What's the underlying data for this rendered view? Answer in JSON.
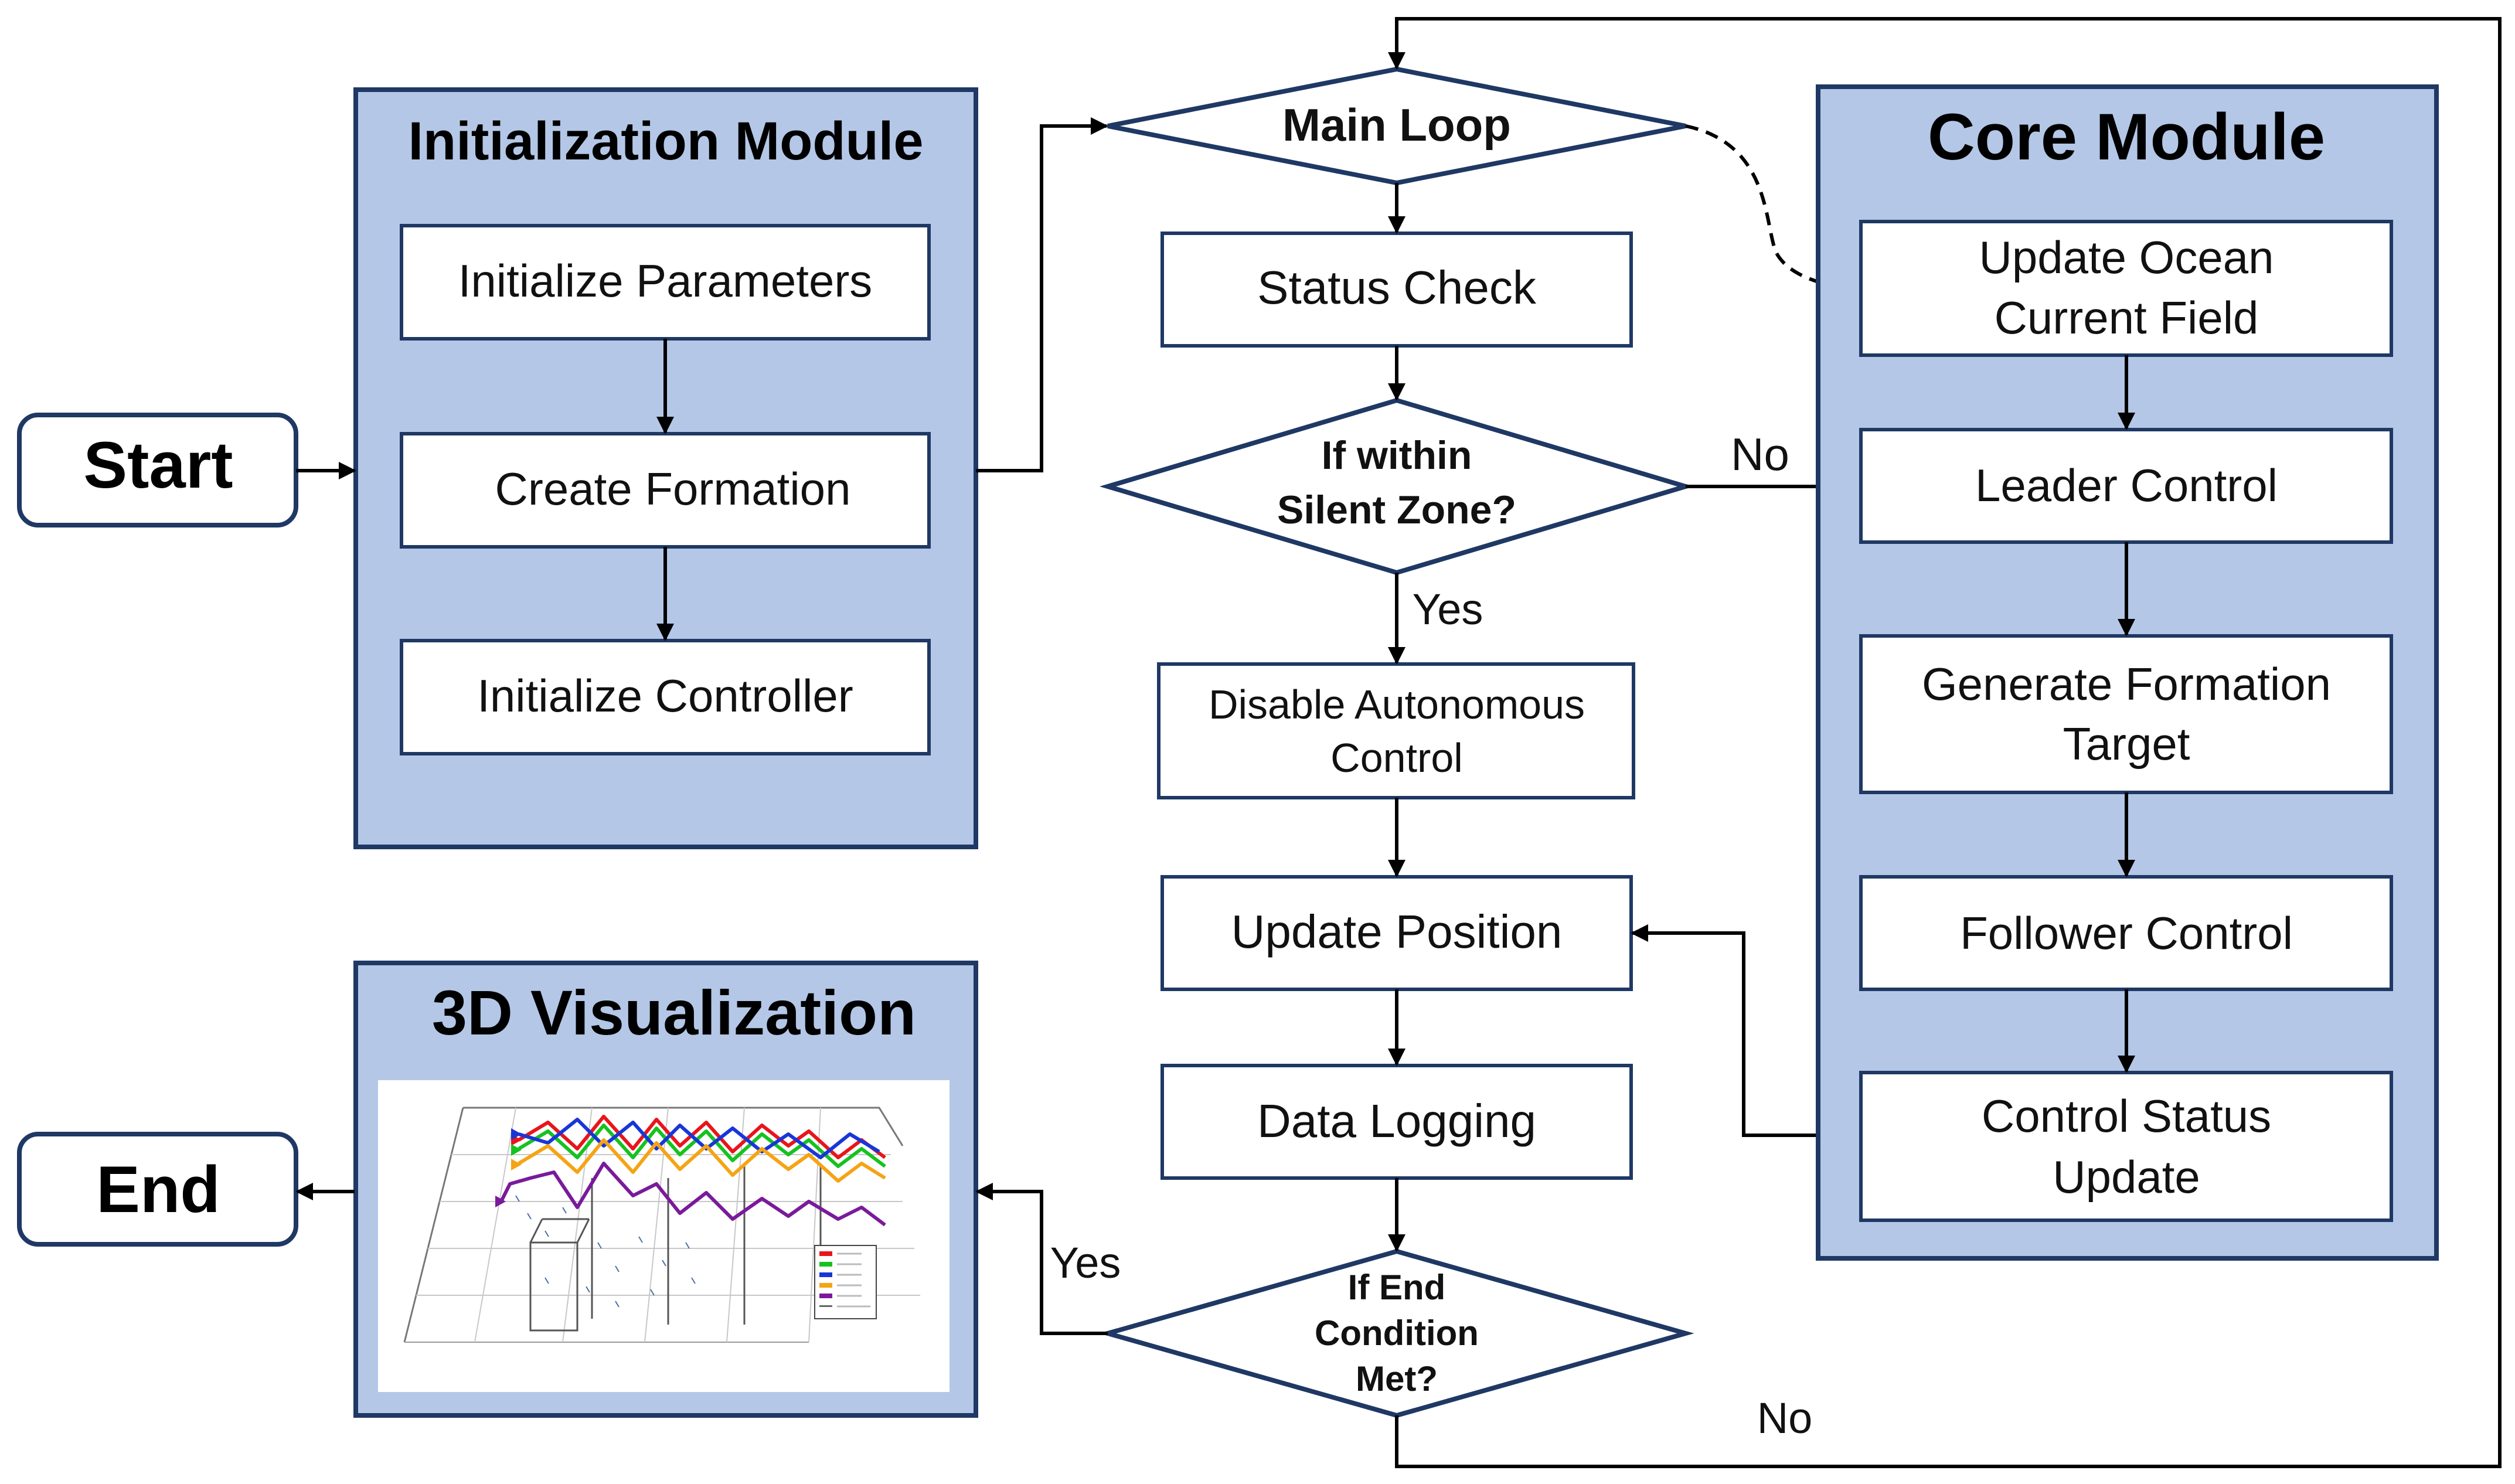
{
  "colors": {
    "module_fill": "#b4c7e7",
    "module_border": "#1f3864",
    "box_border": "#1f3864",
    "terminal_border": "#1f3864",
    "line": "#000000"
  },
  "terminals": {
    "start": "Start",
    "end": "End"
  },
  "init_module": {
    "title": "Initialization Module",
    "steps": [
      "Initialize Parameters",
      "Create Formation",
      "Initialize Controller"
    ]
  },
  "main_flow": {
    "main_loop": "Main Loop",
    "status_check": "Status Check",
    "silent_zone": [
      "If within",
      "Silent Zone?"
    ],
    "disable_control": [
      "Disable Autonomous",
      "Control"
    ],
    "update_position": "Update Position",
    "data_logging": "Data Logging",
    "end_condition": [
      "If End",
      "Condition",
      "Met?"
    ]
  },
  "core_module": {
    "title": "Core Module",
    "steps": [
      [
        "Update Ocean",
        "Current Field"
      ],
      [
        "Leader Control"
      ],
      [
        "Generate Formation",
        "Target"
      ],
      [
        "Follower Control"
      ],
      [
        "Control Status",
        "Update"
      ]
    ]
  },
  "visualization": {
    "title": "3D Visualization",
    "plot_series_colors": [
      "#e8151b",
      "#16c21f",
      "#1836d8",
      "#f4a414",
      "#7a1a9a"
    ]
  },
  "edge_labels": {
    "silent_no": "No",
    "silent_yes": "Yes",
    "end_yes": "Yes",
    "end_no": "No"
  }
}
